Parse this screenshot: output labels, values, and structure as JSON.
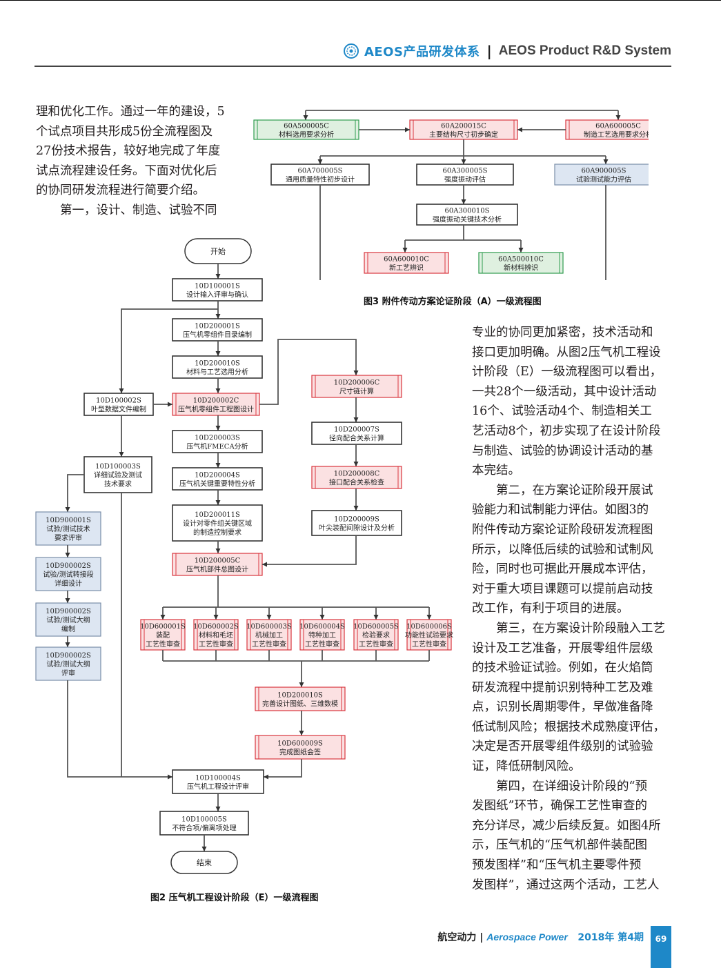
{
  "header": {
    "title_cn": "AEOS产品研发体系",
    "separator": "|",
    "title_en": "AEOS Product R&D System"
  },
  "intro_lines": [
    "理和优化工作。通过一年的建设，5",
    "个试点项目共形成5份全流程图及",
    "27份技术报告，较好地完成了年度",
    "试点流程建设任务。下面对优化后",
    "的协同研发流程进行简要介绍。",
    "第一，设计、制造、试验不同"
  ],
  "body_lines": [
    "专业的协同更加紧密，技术活动和",
    "接口更加明确。从图2压气机工程设",
    "计阶段（E）一级流程图可以看出，",
    "一共28个一级活动，其中设计活动",
    "16个、试验活动4个、制造相关工",
    "艺活动8个，初步实现了在设计阶段",
    "与制造、试验的协调设计活动的基",
    "本完结。",
    "第二，在方案论证阶段开展试",
    "验能力和试制能力评估。如图3的",
    "附件传动方案论证阶段研发流程图",
    "所示，以降低后续的试验和试制风",
    "险，同时也可据此开展成本评估，",
    "对于重大项目课题可以提前启动技",
    "改工作，有利于项目的进展。",
    "第三，在方案设计阶段融入工艺",
    "设计及工艺准备，开展零组件层级",
    "的技术验证试验。例如，在火焰筒",
    "研发流程中提前识别特种工艺及难",
    "点，识别长周期零件，早做准备降",
    "低试制风险；根据技术成熟度评估，",
    "决定是否开展零组件级别的试验验",
    "证，降低研制风险。",
    "第四，在详细设计阶段的“预",
    "发图纸”环节，确保工艺性审查的",
    "充分详尽，减少后续反复。如图4所",
    "示，压气机的“压气机部件装配图",
    "预发图样”和“压气机主要零件预",
    "发图样”，通过这两个活动，工艺人"
  ],
  "fig3": {
    "caption": "图3  附件传动方案论证阶段（A）一级流程图",
    "boxes": {
      "a1": [
        "60A500005C",
        "材料选用要求分析"
      ],
      "a2": [
        "60A200015C",
        "主要结构尺寸初步确定"
      ],
      "a3": [
        "60A600005C",
        "制造工艺选用要求分析"
      ],
      "a4": [
        "60A700005S",
        "通用质量特性初步设计"
      ],
      "a5": [
        "60A300005S",
        "强度振动评估"
      ],
      "a6": [
        "60A900005S",
        "试验测试能力评估"
      ],
      "a7": [
        "60A300010S",
        "强度振动关键技术分析"
      ],
      "a8": [
        "60A600010C",
        "新工艺辨识"
      ],
      "a9": [
        "60A500010C",
        "新材料辨识"
      ]
    }
  },
  "fig2": {
    "caption": "图2  压气机工程设计阶段（E）一级流程图",
    "start": "开始",
    "end": "结束",
    "boxes": {
      "e1": [
        "10D100001S",
        "设计输入评审与确认"
      ],
      "e2": [
        "10D200001S",
        "压气机零组件目录编制"
      ],
      "e3": [
        "10D200010S",
        "材料与工艺选用分析"
      ],
      "e4": [
        "10D200002C",
        "压气机零组件工程图设计"
      ],
      "e5": [
        "10D200003S",
        "压气机FMECA分析"
      ],
      "e6": [
        "10D200004S",
        "压气机关键重要特性分析"
      ],
      "e7": [
        "10D200011S",
        "设计对零件组关键区域",
        "的制造控制要求"
      ],
      "e8": [
        "10D200005C",
        "压气机部件总图设计"
      ],
      "l1": [
        "10D100002S",
        "叶型数据文件编制"
      ],
      "l2": [
        "10D100003S",
        "详细试验及测试",
        "技术要求"
      ],
      "t1": [
        "10D900001S",
        "试验/测试技术",
        "要求评审"
      ],
      "t2": [
        "10D900002S",
        "试验/测试转接段",
        "详细设计"
      ],
      "t3": [
        "10D900002S",
        "试验/测试大纲",
        "编制"
      ],
      "t4": [
        "10D900002S",
        "试验/测试大纲",
        "评审"
      ],
      "r1": [
        "10D200006C",
        "尺寸链计算"
      ],
      "r2": [
        "10D200007S",
        "径向配合关系计算"
      ],
      "r3": [
        "10D200008C",
        "接口配合关系检查"
      ],
      "r4": [
        "10D200009S",
        "叶尖装配间隙设计及分析"
      ],
      "p1": [
        "10D600001S",
        "装配",
        "工艺性审查"
      ],
      "p2": [
        "10D600002S",
        "材料和毛坯",
        "工艺性审查"
      ],
      "p3": [
        "10D600003S",
        "机械加工",
        "工艺性审查"
      ],
      "p4": [
        "10D600004S",
        "特种加工",
        "工艺性审查"
      ],
      "p5": [
        "10D600005S",
        "检验要求",
        "工艺性审查"
      ],
      "p6": [
        "10D600006S",
        "功能性试验要求",
        "工艺性审查"
      ],
      "f1": [
        "10D200010S",
        "完善设计图纸、三维数模"
      ],
      "f2": [
        "10D600009S",
        "完成图纸会签"
      ],
      "f3": [
        "10D100004S",
        "压气机工程设计评审"
      ],
      "f4": [
        "10D100005S",
        "不符合项/偏离项处理"
      ]
    }
  },
  "footer": {
    "journal_cn": "航空动力",
    "bar": "|",
    "journal_en": "Aerospace Power",
    "issue": "2018年 第4期",
    "page": "69"
  },
  "colors": {
    "accent_blue": "#1e88c8",
    "box_green": "#dff0e0",
    "box_green_border": "#2e9b4e",
    "box_red": "#fbe1e2",
    "box_red_border": "#d9353e",
    "box_blue": "#dde6f2",
    "box_blue_border": "#7a8ea8"
  }
}
